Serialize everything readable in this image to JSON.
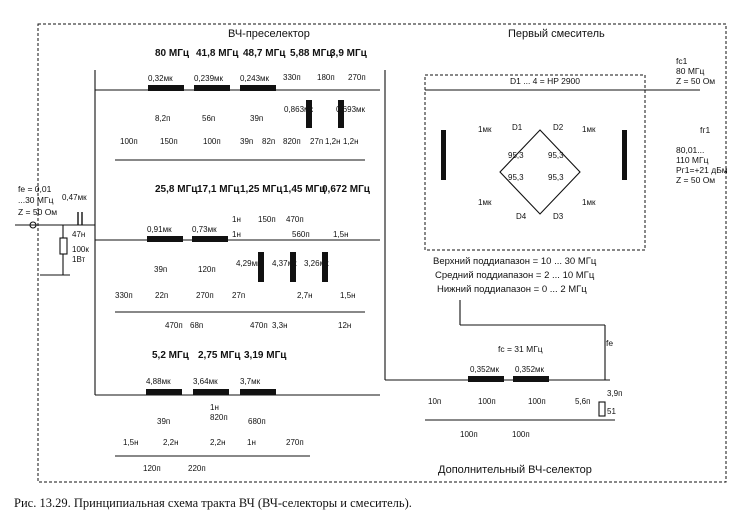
{
  "figure": {
    "caption": "Рис. 13.29. Принципиальная схема тракта ВЧ (ВЧ-селекторы и смеситель)."
  },
  "blocks": {
    "preselector_title": "ВЧ-преселектор",
    "mixer_title": "Первый смеситель",
    "aux_selector_title": "Дополнительный ВЧ-селектор"
  },
  "input": {
    "fe": "fe = 0,01",
    "range": "...30 МГц",
    "impedance": "Z = 50 Ом",
    "c_in": "0,47мк",
    "l_in": "47н",
    "r_in": "100к",
    "r_power": "1Вт"
  },
  "band_upper": {
    "freqs": [
      "80 МГц",
      "41,8 МГц",
      "48,7 МГц",
      "5,88 МГц",
      "3,9 МГц"
    ],
    "inductors": [
      "0,32мк",
      "0,239мк",
      "0,243мк",
      "0,863мк",
      "0,693мк"
    ],
    "caps": [
      "8,2п",
      "56п",
      "39п",
      "330п",
      "180п",
      "270п",
      "100п",
      "150п",
      "100п",
      "39п",
      "82п",
      "820п",
      "27п",
      "1,2н",
      "1,2н"
    ]
  },
  "band_middle": {
    "freqs": [
      "25,8 МГц",
      "17,1 МГц",
      "1,25 МГц",
      "1,45 МГц",
      "0,672 МГц"
    ],
    "inductors": [
      "0,91мк",
      "0,73мк",
      "4,29мк",
      "4,37мк",
      "3,26мк"
    ],
    "caps": [
      "39п",
      "120п",
      "1н",
      "150п",
      "470п",
      "1н",
      "560п",
      "1,5н",
      "330п",
      "22п",
      "270п",
      "27п",
      "2,7н",
      "1,5н",
      "470п",
      "68п",
      "470п",
      "3,3н",
      "12н"
    ]
  },
  "band_lower": {
    "freqs": [
      "5,2 МГц",
      "2,75 МГц",
      "3,19 МГц"
    ],
    "inductors": [
      "4,88мк",
      "3,64мк",
      "3,7мк"
    ],
    "caps": [
      "39п",
      "1н",
      "820п",
      "680п",
      "1,5н",
      "2,2н",
      "2,2н",
      "1н",
      "270п",
      "120п",
      "220п"
    ]
  },
  "mixer": {
    "diodes_label": "D1 ... 4 = HP 2900",
    "diodes": [
      "D1",
      "D2",
      "D3",
      "D4"
    ],
    "bridge_caps": [
      "1мк",
      "1мк",
      "1мк",
      "1мк"
    ],
    "bridge_res": [
      "95,3",
      "95,3",
      "95,3",
      "95,3"
    ],
    "output_f": "fc1",
    "output_freq": "80 МГц",
    "output_z": "Z = 50 Ом",
    "lo_f": "fг1",
    "lo_range": "80,01...",
    "lo_freq": "110 МГц",
    "lo_power": "Pг1=+21 дБм",
    "lo_z": "Z = 50 Ом",
    "subbands": [
      "Верхний поддиапазон = 10 ... 30 МГц",
      "Средний поддиапазон = 2 ... 10 МГц",
      "Нижний поддиапазон = 0 ... 2 МГц"
    ]
  },
  "aux_selector": {
    "fc": "fc = 31 МГц",
    "fe": "fe",
    "inductors": [
      "0,352мк",
      "0,352мк"
    ],
    "caps": [
      "10п",
      "100п",
      "100п",
      "5,6п",
      "100п",
      "100п"
    ],
    "output_c": "3,9п",
    "output_r": "51"
  }
}
